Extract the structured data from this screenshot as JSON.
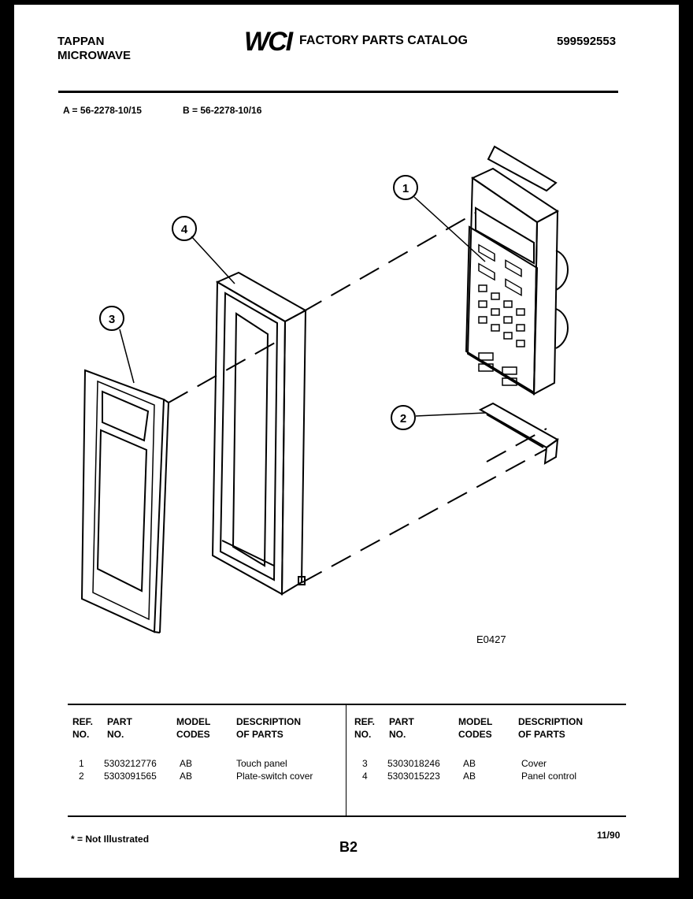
{
  "header": {
    "brand_line1": "TAPPAN",
    "brand_line2": "MICROWAVE",
    "logo": "WCI",
    "catalog_title": "FACTORY PARTS CATALOG",
    "catalog_number": "599592553"
  },
  "models": {
    "a": "A = 56-2278-10/15",
    "b": "B = 56-2278-10/16"
  },
  "diagram": {
    "callouts": [
      "1",
      "2",
      "3",
      "4"
    ],
    "drawing_code": "E0427"
  },
  "table": {
    "headers": {
      "ref": [
        "REF.",
        "NO."
      ],
      "part": [
        "PART",
        "NO."
      ],
      "model": [
        "MODEL",
        "CODES"
      ],
      "desc": [
        "DESCRIPTION",
        "OF PARTS"
      ]
    },
    "rows": [
      {
        "ref": "1",
        "part": "5303212776",
        "codes": "AB",
        "desc": "Touch panel"
      },
      {
        "ref": "2",
        "part": "5303091565",
        "codes": "AB",
        "desc": "Plate-switch cover"
      },
      {
        "ref": "3",
        "part": "5303018246",
        "codes": "AB",
        "desc": "Cover"
      },
      {
        "ref": "4",
        "part": "5303015223",
        "codes": "AB",
        "desc": "Panel control"
      }
    ]
  },
  "footer": {
    "note": "* = Not Illustrated",
    "page": "B2",
    "date": "11/90"
  }
}
